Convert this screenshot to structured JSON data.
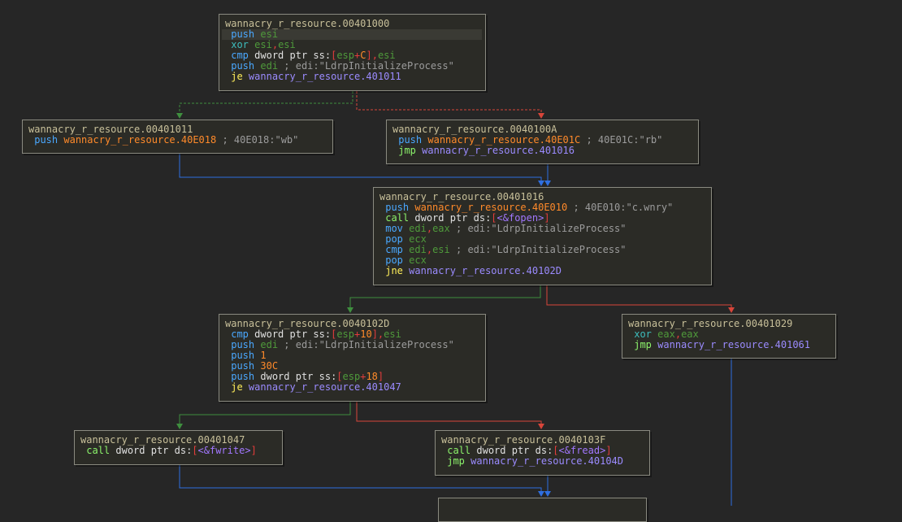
{
  "blocks": [
    {
      "id": "b401000",
      "header": "wannacry_r_resource.00401000",
      "lines": [
        {
          "mnemonic": "push",
          "mclass": "push",
          "hl": true,
          "ops": [
            {
              "t": "esi",
              "c": "reg"
            }
          ]
        },
        {
          "mnemonic": "xor",
          "mclass": "xor",
          "ops": [
            {
              "t": "esi",
              "c": "reg"
            },
            {
              "t": ",",
              "c": "br"
            },
            {
              "t": "esi",
              "c": "reg"
            }
          ]
        },
        {
          "mnemonic": "cmp",
          "mclass": "cmp",
          "ops": [
            {
              "t": "dword ptr ss:",
              "c": "text"
            },
            {
              "t": "[",
              "c": "br"
            },
            {
              "t": "esp",
              "c": "reg"
            },
            {
              "t": "+",
              "c": "br"
            },
            {
              "t": "C",
              "c": "num"
            },
            {
              "t": "]",
              "c": "br"
            },
            {
              "t": ",",
              "c": "br"
            },
            {
              "t": "esi",
              "c": "reg"
            }
          ]
        },
        {
          "mnemonic": "push",
          "mclass": "push",
          "ops": [
            {
              "t": "edi",
              "c": "reg"
            },
            {
              "t": " ; edi:\"LdrpInitializeProcess\"",
              "c": "cmt"
            }
          ]
        },
        {
          "mnemonic": "je",
          "mclass": "je",
          "ops": [
            {
              "t": "wannacry_r_resource.401011",
              "c": "jaddr"
            }
          ]
        }
      ]
    },
    {
      "id": "b401011",
      "header": "wannacry_r_resource.00401011",
      "lines": [
        {
          "mnemonic": "push",
          "mclass": "push",
          "ops": [
            {
              "t": "wannacry_r_resource.40E018",
              "c": "addr"
            },
            {
              "t": " ; 40E018:\"wb\"",
              "c": "cmt"
            }
          ]
        }
      ]
    },
    {
      "id": "b40100A",
      "header": "wannacry_r_resource.0040100A",
      "lines": [
        {
          "mnemonic": "push",
          "mclass": "push",
          "ops": [
            {
              "t": "wannacry_r_resource.40E01C",
              "c": "addr"
            },
            {
              "t": " ; 40E01C:\"rb\"",
              "c": "cmt"
            }
          ]
        },
        {
          "mnemonic": "jmp",
          "mclass": "jmp",
          "ops": [
            {
              "t": "wannacry_r_resource.401016",
              "c": "jaddr"
            }
          ]
        }
      ]
    },
    {
      "id": "b401016",
      "header": "wannacry_r_resource.00401016",
      "lines": [
        {
          "mnemonic": "push",
          "mclass": "push",
          "ops": [
            {
              "t": "wannacry_r_resource.40E010",
              "c": "addr"
            },
            {
              "t": " ; 40E010:\"c.wnry\"",
              "c": "cmt"
            }
          ]
        },
        {
          "mnemonic": "call",
          "mclass": "call",
          "ops": [
            {
              "t": "dword ptr ds:",
              "c": "text"
            },
            {
              "t": "[",
              "c": "br"
            },
            {
              "t": "<&fopen>",
              "c": "func"
            },
            {
              "t": "]",
              "c": "br"
            }
          ]
        },
        {
          "mnemonic": "mov",
          "mclass": "mov",
          "ops": [
            {
              "t": "edi",
              "c": "reg"
            },
            {
              "t": ",",
              "c": "br"
            },
            {
              "t": "eax",
              "c": "reg"
            },
            {
              "t": " ; edi:\"LdrpInitializeProcess\"",
              "c": "cmt"
            }
          ]
        },
        {
          "mnemonic": "pop",
          "mclass": "pop",
          "ops": [
            {
              "t": "ecx",
              "c": "reg"
            }
          ]
        },
        {
          "mnemonic": "cmp",
          "mclass": "cmp",
          "ops": [
            {
              "t": "edi",
              "c": "reg"
            },
            {
              "t": ",",
              "c": "br"
            },
            {
              "t": "esi",
              "c": "reg"
            },
            {
              "t": " ; edi:\"LdrpInitializeProcess\"",
              "c": "cmt"
            }
          ]
        },
        {
          "mnemonic": "pop",
          "mclass": "pop",
          "ops": [
            {
              "t": "ecx",
              "c": "reg"
            }
          ]
        },
        {
          "mnemonic": "jne",
          "mclass": "jne",
          "ops": [
            {
              "t": "wannacry_r_resource.40102D",
              "c": "jaddr"
            }
          ]
        }
      ]
    },
    {
      "id": "b40102D",
      "header": "wannacry_r_resource.0040102D",
      "lines": [
        {
          "mnemonic": "cmp",
          "mclass": "cmp",
          "ops": [
            {
              "t": "dword ptr ss:",
              "c": "text"
            },
            {
              "t": "[",
              "c": "br"
            },
            {
              "t": "esp",
              "c": "reg"
            },
            {
              "t": "+",
              "c": "br"
            },
            {
              "t": "10",
              "c": "num"
            },
            {
              "t": "]",
              "c": "br"
            },
            {
              "t": ",",
              "c": "br"
            },
            {
              "t": "esi",
              "c": "reg"
            }
          ]
        },
        {
          "mnemonic": "push",
          "mclass": "push",
          "ops": [
            {
              "t": "edi",
              "c": "reg"
            },
            {
              "t": " ; edi:\"LdrpInitializeProcess\"",
              "c": "cmt"
            }
          ]
        },
        {
          "mnemonic": "push",
          "mclass": "push",
          "ops": [
            {
              "t": "1",
              "c": "num"
            }
          ]
        },
        {
          "mnemonic": "push",
          "mclass": "push",
          "ops": [
            {
              "t": "30C",
              "c": "num"
            }
          ]
        },
        {
          "mnemonic": "push",
          "mclass": "push",
          "ops": [
            {
              "t": "dword ptr ss:",
              "c": "text"
            },
            {
              "t": "[",
              "c": "br"
            },
            {
              "t": "esp",
              "c": "reg"
            },
            {
              "t": "+",
              "c": "br"
            },
            {
              "t": "18",
              "c": "num"
            },
            {
              "t": "]",
              "c": "br"
            }
          ]
        },
        {
          "mnemonic": "je",
          "mclass": "je",
          "ops": [
            {
              "t": "wannacry_r_resource.401047",
              "c": "jaddr"
            }
          ]
        }
      ]
    },
    {
      "id": "b401029",
      "header": "wannacry_r_resource.00401029",
      "lines": [
        {
          "mnemonic": "xor",
          "mclass": "xor",
          "ops": [
            {
              "t": "eax",
              "c": "reg"
            },
            {
              "t": ",",
              "c": "br"
            },
            {
              "t": "eax",
              "c": "reg"
            }
          ]
        },
        {
          "mnemonic": "jmp",
          "mclass": "jmp",
          "ops": [
            {
              "t": "wannacry_r_resource.401061",
              "c": "jaddr"
            }
          ]
        }
      ]
    },
    {
      "id": "b401047",
      "header": "wannacry_r_resource.00401047",
      "lines": [
        {
          "mnemonic": "call",
          "mclass": "call",
          "ops": [
            {
              "t": "dword ptr ds:",
              "c": "text"
            },
            {
              "t": "[",
              "c": "br"
            },
            {
              "t": "<&fwrite>",
              "c": "func"
            },
            {
              "t": "]",
              "c": "br"
            }
          ]
        }
      ]
    },
    {
      "id": "b40103F",
      "header": "wannacry_r_resource.0040103F",
      "lines": [
        {
          "mnemonic": "call",
          "mclass": "call",
          "ops": [
            {
              "t": "dword ptr ds:",
              "c": "text"
            },
            {
              "t": "[",
              "c": "br"
            },
            {
              "t": "<&fread>",
              "c": "func"
            },
            {
              "t": "]",
              "c": "br"
            }
          ]
        },
        {
          "mnemonic": "jmp",
          "mclass": "jmp",
          "ops": [
            {
              "t": "wannacry_r_resource.40104D",
              "c": "jaddr"
            }
          ]
        }
      ]
    },
    {
      "id": "b40104D",
      "header": "",
      "lines": []
    }
  ],
  "edge_colors": {
    "taken": "#3f8f3f",
    "not_taken": "#d8453a",
    "unconditional": "#2f6fe0"
  },
  "edges": [
    {
      "from": "b401000",
      "to": "b401011",
      "kind": "taken",
      "dashed": true
    },
    {
      "from": "b401000",
      "to": "b40100A",
      "kind": "not_taken",
      "dashed": true
    },
    {
      "from": "b401011",
      "to": "b401016",
      "kind": "unconditional"
    },
    {
      "from": "b40100A",
      "to": "b401016",
      "kind": "unconditional"
    },
    {
      "from": "b401016",
      "to": "b40102D",
      "kind": "taken"
    },
    {
      "from": "b401016",
      "to": "b401029",
      "kind": "not_taken"
    },
    {
      "from": "b40102D",
      "to": "b401047",
      "kind": "taken"
    },
    {
      "from": "b40102D",
      "to": "b40103F",
      "kind": "not_taken"
    },
    {
      "from": "b401047",
      "to": "b40104D",
      "kind": "unconditional"
    },
    {
      "from": "b40103F",
      "to": "b40104D",
      "kind": "unconditional"
    },
    {
      "from": "b401029",
      "to": "offscreen",
      "kind": "unconditional"
    }
  ]
}
